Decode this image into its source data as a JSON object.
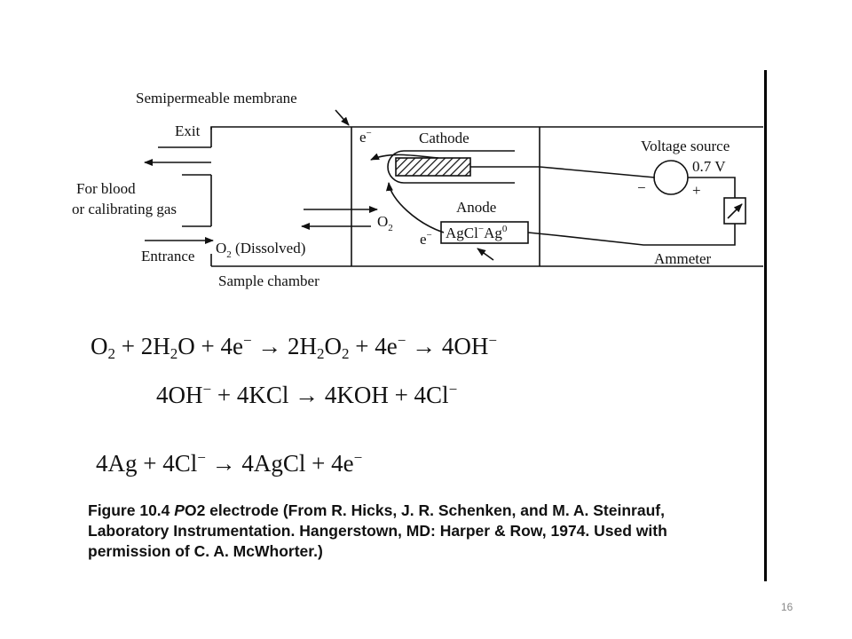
{
  "diagram": {
    "labels": {
      "membrane": "Semipermeable membrane",
      "exit": "Exit",
      "for_blood": "For blood",
      "or_calibrating": "or calibrating gas",
      "entrance": "Entrance",
      "o2_dissolved_o": "O",
      "o2_dissolved_sub": "2",
      "o2_dissolved_rest": " (Dissolved)",
      "sample_chamber": "Sample chamber",
      "e_top": "e",
      "e_top_sup": "−",
      "cathode": "Cathode",
      "anode": "Anode",
      "o2_o": "O",
      "o2_sub": "2",
      "e_bottom": "e",
      "e_bottom_sup": "−",
      "agcl_a": "AgCl",
      "agcl_sup1": "−",
      "agcl_b": "Ag",
      "agcl_sup2": "0",
      "voltage_source": "Voltage source",
      "voltage_value": "0.7 V",
      "minus": "−",
      "plus": "+",
      "ammeter": "Ammeter"
    }
  },
  "equations": {
    "eq1": {
      "a": "O",
      "a_sub": "2",
      "b": " + 2H",
      "b_sub": "2",
      "c": "O + 4e",
      "c_sup": "−",
      "d": " → 2H",
      "d_sub1": "2",
      "e": "O",
      "e_sub2": "2",
      "f": " + 4e",
      "f_sup": "−",
      "g": " → 4OH",
      "g_sup": "−"
    },
    "eq2": {
      "a": "4OH",
      "a_sup": "−",
      "b": " + 4KCl → 4KOH + 4Cl",
      "b_sup": "−"
    },
    "eq3": {
      "a": "4Ag + 4Cl",
      "a_sup": "−",
      "b": " → 4AgCl + 4e",
      "b_sup": "−"
    }
  },
  "caption": {
    "fig": "Figure 10.4   ",
    "italic": "P",
    "rest": "O2 electrode (From R. Hicks, J. R. Schenken, and M. A. Steinrauf, Laboratory Instrumentation. Hangerstown, MD: Harper & Row, 1974. Used with permission of C. A. McWhorter.)"
  },
  "page_number": "16"
}
